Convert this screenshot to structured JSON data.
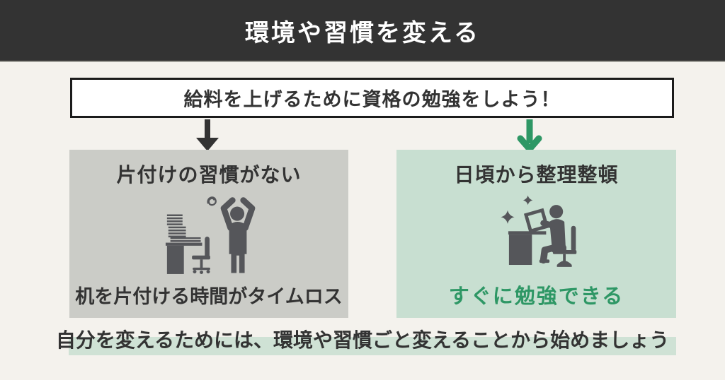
{
  "header": {
    "title": "環境や習慣を変える",
    "bg_color": "#333333",
    "text_color": "#ffffff"
  },
  "goal_box": {
    "text": "給料を上げるために資格の勉強をしよう！"
  },
  "arrows": {
    "left_color": "#333333",
    "right_color": "#2e9765"
  },
  "left_panel": {
    "title": "片付けの習慣がない",
    "caption": "机を片付ける時間がタイムロス",
    "illustration": "messy desk with stacked papers, office chair and frustrated person raising arms",
    "bg_color": "#cbccc7"
  },
  "right_panel": {
    "title": "日頃から整理整頓",
    "caption": "すぐに勉強できる",
    "caption_color": "#2e9765",
    "illustration": "sparkling tidy desk with person seated studying a book",
    "bg_color": "#c8dfd1"
  },
  "footer": {
    "message": "自分を変えるためには、環境や習慣ごと変えることから始めましょう",
    "highlight_color": "#cfe2d5"
  },
  "colors": {
    "page_bg": "#f4f2ed",
    "text_dark": "#333333",
    "accent_green": "#2e9765",
    "illustration_gray": "#55565a"
  }
}
